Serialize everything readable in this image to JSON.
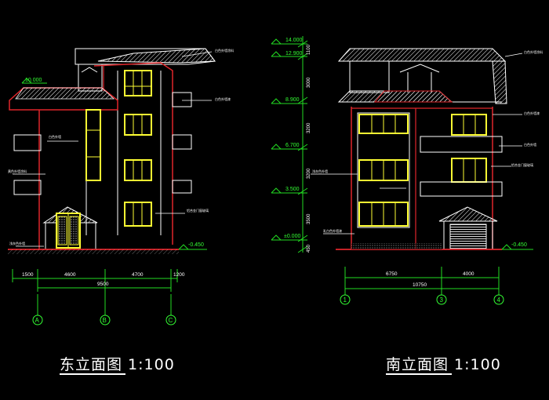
{
  "colors": {
    "background": "#000000",
    "elevation_red": "#e0262b",
    "window_yellow": "#ffff33",
    "white_line": "#ffffff",
    "dim_green": "#22dd22",
    "axis_green": "#33ff33"
  },
  "east": {
    "title": "东立面图 1:100",
    "elevations": {
      "roof": "10.000",
      "ground": "-0.450"
    },
    "dimensions": {
      "d1": "1500",
      "d2": "4600",
      "d3": "4700",
      "d4": "1200",
      "total": "9500"
    },
    "axes": [
      "A",
      "B",
      "C"
    ],
    "notes": [
      "白色外墙涂料",
      "白色外墙漆",
      "白色外墙",
      "黄色外墙涂料",
      "铝合金门窗玻璃",
      "浅灰色外墙"
    ]
  },
  "south": {
    "title": "南立面图 1:100",
    "elevations": {
      "e1": "14.000",
      "e2": "12.900",
      "e3": "8.900",
      "e4": "6.700",
      "e5": "3.500",
      "e6": "±0.000",
      "ground": "-0.450"
    },
    "heights": {
      "h1": "1100",
      "h2": "3000",
      "h3": "3200",
      "h4": "3200",
      "h5": "3500",
      "h6": "450"
    },
    "dimensions": {
      "d1": "6750",
      "d2": "4000",
      "total": "10750"
    },
    "axes": [
      "1",
      "3",
      "4"
    ],
    "notes": [
      "白色外墙涂料",
      "白色外墙漆",
      "白色外墙",
      "铝合金门窗玻璃",
      "浅灰色外墙",
      "乳白色外墙漆"
    ]
  }
}
